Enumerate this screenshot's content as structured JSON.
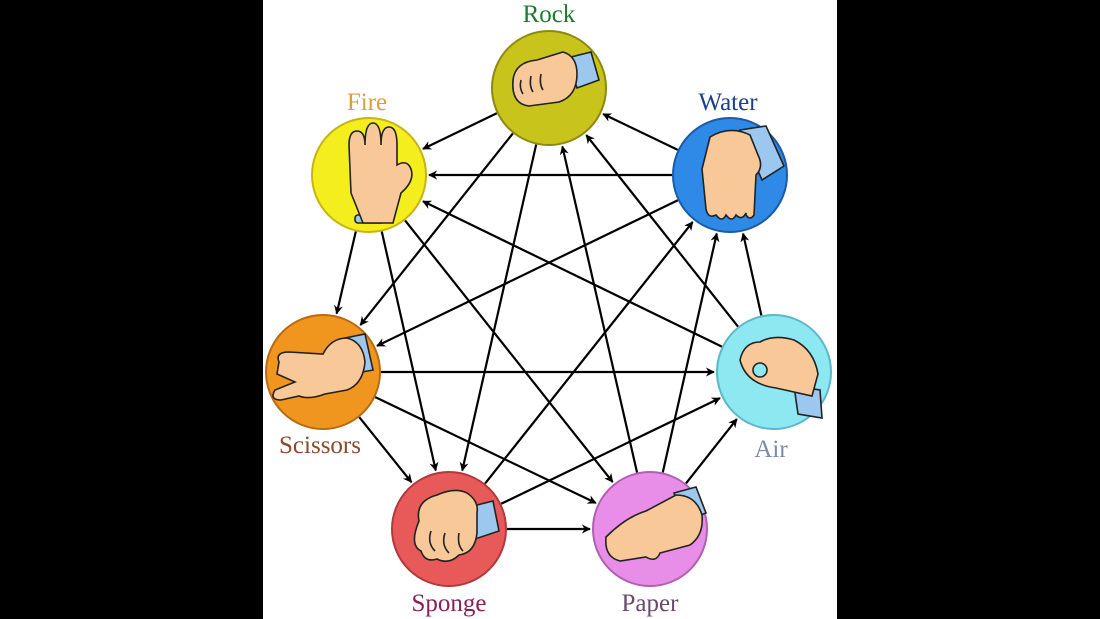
{
  "diagram": {
    "title": "Rock Paper Scissors 7-way",
    "nodes": [
      {
        "id": "rock",
        "label": "Rock",
        "fill": "#c8c41c",
        "stroke": "#8a8a10",
        "label_color": "#1e7a2e",
        "gesture": "fist-icon"
      },
      {
        "id": "water",
        "label": "Water",
        "fill": "#2e8ae6",
        "stroke": "#1a5aa8",
        "label_color": "#1c3f8a",
        "gesture": "hand-down-icon"
      },
      {
        "id": "air",
        "label": "Air",
        "fill": "#8ee8f2",
        "stroke": "#5ab8c8",
        "label_color": "#7a8aa8",
        "gesture": "ok-hand-icon"
      },
      {
        "id": "paper",
        "label": "Paper",
        "fill": "#e88ee8",
        "stroke": "#b060b0",
        "label_color": "#6a4a6a",
        "gesture": "flat-hand-icon"
      },
      {
        "id": "sponge",
        "label": "Sponge",
        "fill": "#e85a5a",
        "stroke": "#b03a3a",
        "label_color": "#8a1e5a",
        "gesture": "squeeze-fist-icon"
      },
      {
        "id": "scissors",
        "label": "Scissors",
        "fill": "#f0961e",
        "stroke": "#b86a10",
        "label_color": "#8a4a2a",
        "gesture": "scissors-hand-icon"
      },
      {
        "id": "fire",
        "label": "Fire",
        "fill": "#f5ee1e",
        "stroke": "#c8b410",
        "label_color": "#d8a040",
        "gesture": "three-fingers-icon"
      }
    ],
    "edges": [
      {
        "from": "rock",
        "to": "fire"
      },
      {
        "from": "rock",
        "to": "scissors"
      },
      {
        "from": "rock",
        "to": "sponge"
      },
      {
        "from": "fire",
        "to": "scissors"
      },
      {
        "from": "fire",
        "to": "sponge"
      },
      {
        "from": "fire",
        "to": "paper"
      },
      {
        "from": "scissors",
        "to": "sponge"
      },
      {
        "from": "scissors",
        "to": "paper"
      },
      {
        "from": "scissors",
        "to": "air"
      },
      {
        "from": "sponge",
        "to": "paper"
      },
      {
        "from": "sponge",
        "to": "air"
      },
      {
        "from": "sponge",
        "to": "water"
      },
      {
        "from": "paper",
        "to": "air"
      },
      {
        "from": "paper",
        "to": "water"
      },
      {
        "from": "paper",
        "to": "rock"
      },
      {
        "from": "air",
        "to": "water"
      },
      {
        "from": "air",
        "to": "rock"
      },
      {
        "from": "air",
        "to": "fire"
      },
      {
        "from": "water",
        "to": "rock"
      },
      {
        "from": "water",
        "to": "fire"
      },
      {
        "from": "water",
        "to": "scissors"
      }
    ],
    "skin_color": "#f8c898",
    "sleeve_color": "#9cc8f0",
    "arrow_color": "#000000"
  }
}
